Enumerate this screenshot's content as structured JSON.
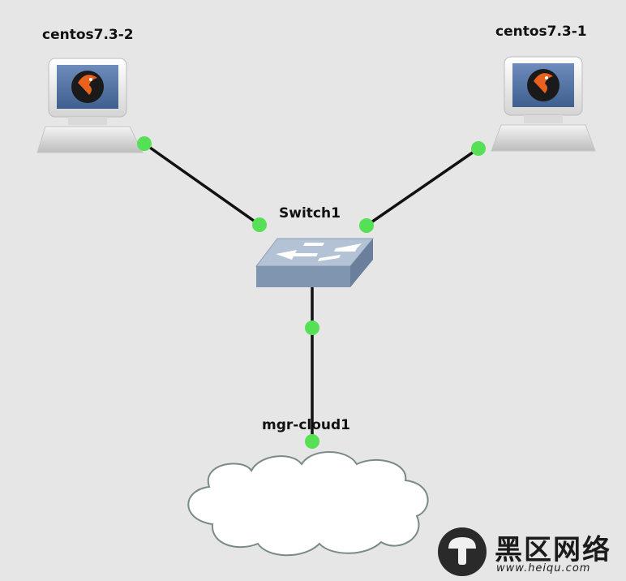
{
  "nodes": {
    "host_left": {
      "label": "centos7.3-2",
      "icon": "computer-icon"
    },
    "host_right": {
      "label": "centos7.3-1",
      "icon": "computer-icon"
    },
    "switch": {
      "label": "Switch1",
      "icon": "switch-icon"
    },
    "cloud": {
      "label": "mgr-cloud1",
      "icon": "cloud-icon"
    }
  },
  "links": [
    {
      "from": "centos7.3-2",
      "to": "Switch1",
      "status": "up"
    },
    {
      "from": "centos7.3-1",
      "to": "Switch1",
      "status": "up"
    },
    {
      "from": "Switch1",
      "to": "mgr-cloud1",
      "status": "up"
    }
  ],
  "colors": {
    "background": "#e6e6e6",
    "link": "#111111",
    "link_status_up": "#55e055",
    "switch_top": "#aebdd0",
    "switch_side": "#7f93ad",
    "cloud_fill": "#ffffff",
    "cloud_stroke": "#7a8a8a",
    "screen": "#4f6f9e"
  },
  "watermark": {
    "title": "黑区网络",
    "url": "www.heiqu.com"
  }
}
